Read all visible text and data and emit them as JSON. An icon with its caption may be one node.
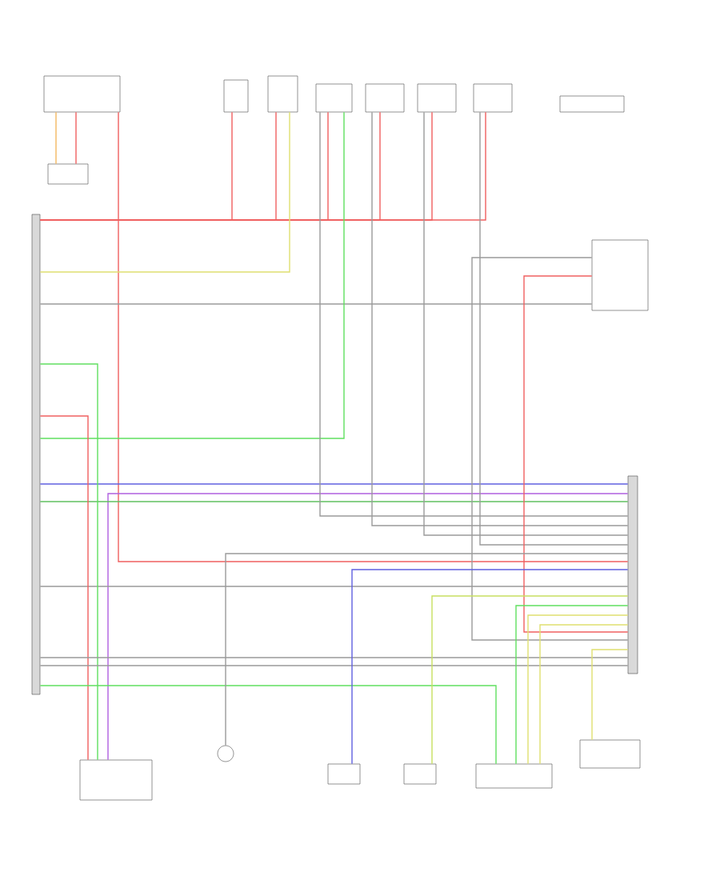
{
  "diagram": {
    "nodes": [
      {
        "text": [],
        "shape": "box"
      },
      {
        "text": [],
        "shape": "box"
      },
      {
        "text": [],
        "shape": "box"
      },
      {
        "text": [],
        "shape": "box"
      },
      {
        "text": [],
        "shape": "box"
      },
      {
        "text": [],
        "shape": "box"
      },
      {
        "text": [],
        "shape": "box"
      },
      {
        "text": [],
        "shape": "box"
      },
      {
        "text": [],
        "shape": "box"
      },
      {
        "text": [],
        "shape": "box"
      },
      {
        "text": [],
        "shape": "bar"
      },
      {
        "text": [],
        "shape": "bar"
      },
      {
        "text": [],
        "shape": "box"
      },
      {
        "text": [],
        "shape": "circle"
      },
      {
        "text": [],
        "shape": "box"
      },
      {
        "text": [],
        "shape": "box"
      },
      {
        "text": [],
        "shape": "box"
      },
      {
        "text": [],
        "shape": "box"
      }
    ],
    "edges": [
      {
        "from": 0,
        "to": 1,
        "arrow": "none",
        "color": "#f4b860"
      },
      {
        "from": 0,
        "to": 1,
        "arrow": "none",
        "color": "#f06060"
      },
      {
        "from": 0,
        "to": 11,
        "arrow": "none",
        "color": "#f06060"
      },
      {
        "from": 10,
        "to": 2,
        "arrow": "none",
        "color": "#f06060"
      },
      {
        "from": 10,
        "to": 3,
        "arrow": "none",
        "color": "#f06060"
      },
      {
        "from": 10,
        "to": 4,
        "arrow": "none",
        "color": "#f06060"
      },
      {
        "from": 10,
        "to": 5,
        "arrow": "none",
        "color": "#f06060"
      },
      {
        "from": 10,
        "to": 6,
        "arrow": "none",
        "color": "#f06060"
      },
      {
        "from": 10,
        "to": 7,
        "arrow": "none",
        "color": "#f06060"
      },
      {
        "from": 10,
        "to": 3,
        "arrow": "none",
        "color": "#e0e070"
      },
      {
        "from": 10,
        "to": 9,
        "arrow": "none"
      },
      {
        "from": 10,
        "to": 4,
        "arrow": "none",
        "color": "#60e060"
      },
      {
        "from": 10,
        "to": 11,
        "arrow": "none",
        "color": "#6060e0"
      },
      {
        "from": 12,
        "to": 11,
        "arrow": "none",
        "color": "#b060e0"
      },
      {
        "from": 10,
        "to": 11,
        "arrow": "none",
        "color": "#60c060"
      },
      {
        "from": 10,
        "to": 11,
        "arrow": "none"
      },
      {
        "from": 10,
        "to": 12,
        "arrow": "none",
        "color": "#f06060"
      },
      {
        "from": 10,
        "to": 12,
        "arrow": "none",
        "color": "#60e060"
      },
      {
        "from": 10,
        "to": 11,
        "arrow": "none"
      },
      {
        "from": 10,
        "to": 11,
        "arrow": "none"
      },
      {
        "from": 10,
        "to": 16,
        "arrow": "none",
        "color": "#60e060"
      },
      {
        "from": 4,
        "to": 11,
        "arrow": "none"
      },
      {
        "from": 5,
        "to": 11,
        "arrow": "none"
      },
      {
        "from": 6,
        "to": 11,
        "arrow": "none"
      },
      {
        "from": 7,
        "to": 11,
        "arrow": "none"
      },
      {
        "from": 9,
        "to": 11,
        "arrow": "none",
        "color": "#f06060"
      },
      {
        "from": 9,
        "to": 11,
        "arrow": "none"
      },
      {
        "from": 13,
        "to": 11,
        "arrow": "none"
      },
      {
        "from": 14,
        "to": 11,
        "arrow": "none",
        "color": "#6060e0"
      },
      {
        "from": 15,
        "to": 11,
        "arrow": "none",
        "color": "#c8e060"
      },
      {
        "from": 16,
        "to": 11,
        "arrow": "none",
        "color": "#60e060"
      },
      {
        "from": 16,
        "to": 11,
        "arrow": "none",
        "color": "#e0e070"
      },
      {
        "from": 16,
        "to": 11,
        "arrow": "none",
        "color": "#e0e070"
      },
      {
        "from": 17,
        "to": 11,
        "arrow": "none",
        "color": "#e0e070"
      }
    ]
  }
}
